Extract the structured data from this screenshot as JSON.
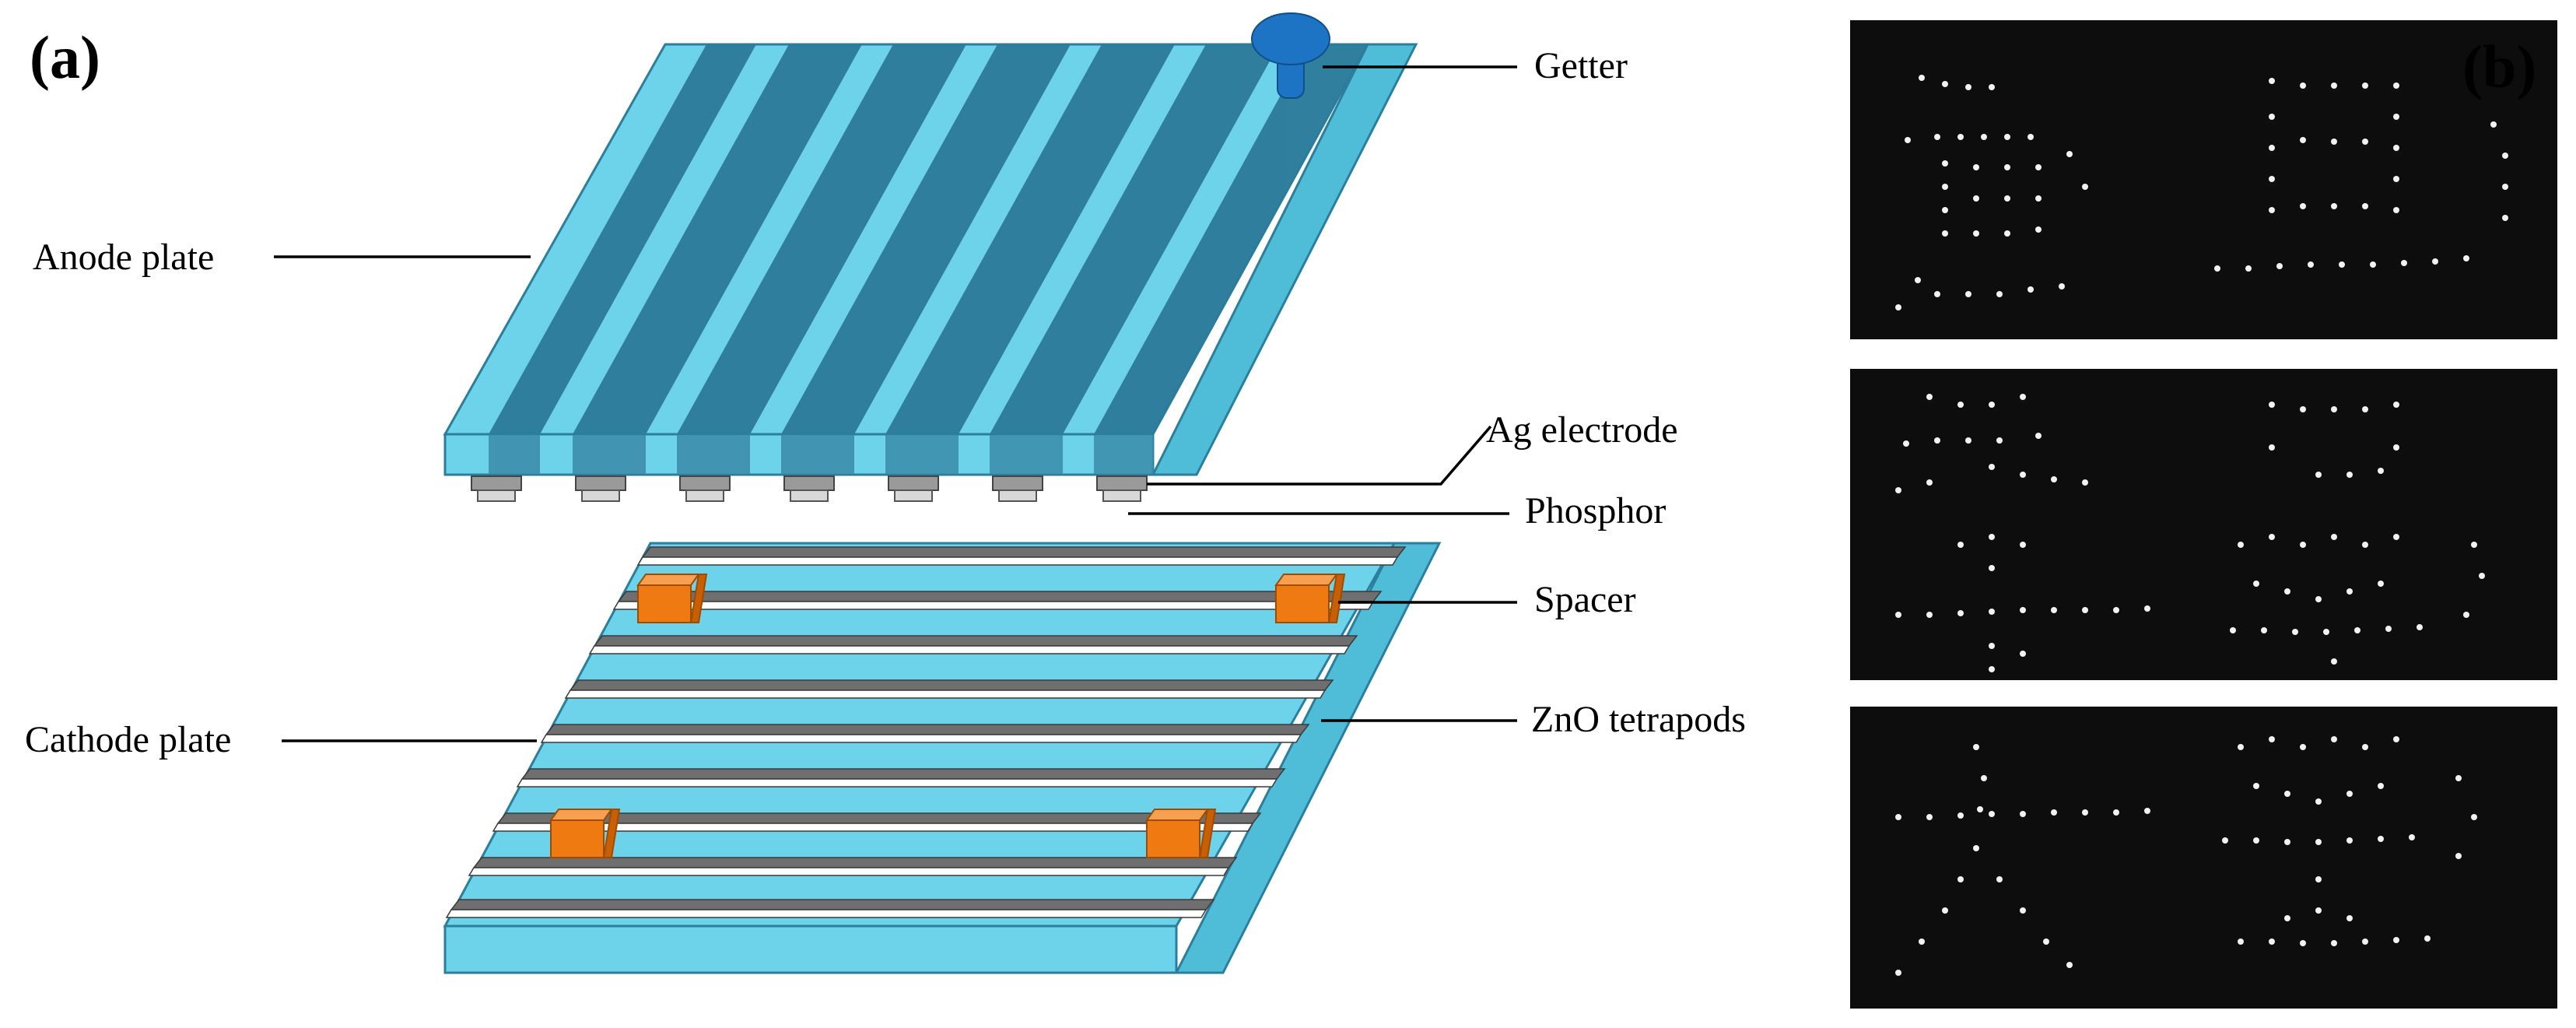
{
  "panels": {
    "a": {
      "label": "(a)"
    },
    "b": {
      "label": "(b)"
    }
  },
  "callouts": {
    "getter": "Getter",
    "anode_plate": "Anode plate",
    "ag_electrode": "Ag electrode",
    "phosphor": "Phosphor",
    "spacer": "Spacer",
    "cathode_plate": "Cathode plate",
    "zno_tetrapods": "ZnO tetrapods"
  },
  "colors": {
    "glass_light": "#6cd3ea",
    "glass_edge": "#50bdd8",
    "anode_stripe_dark": "#2d7a9a",
    "getter_blue": "#1d73c4",
    "spacer_orange": "#f07a12",
    "cathode_line_dark": "#6f6f6f",
    "cathode_line_white": "#ffffff",
    "phosphor_gray": "#b8b8b8",
    "photo_background": "#0d0d0d"
  },
  "photo_panel": {
    "image_count": 3,
    "content": "field-emission display photographs of glowing dot-matrix characters"
  }
}
